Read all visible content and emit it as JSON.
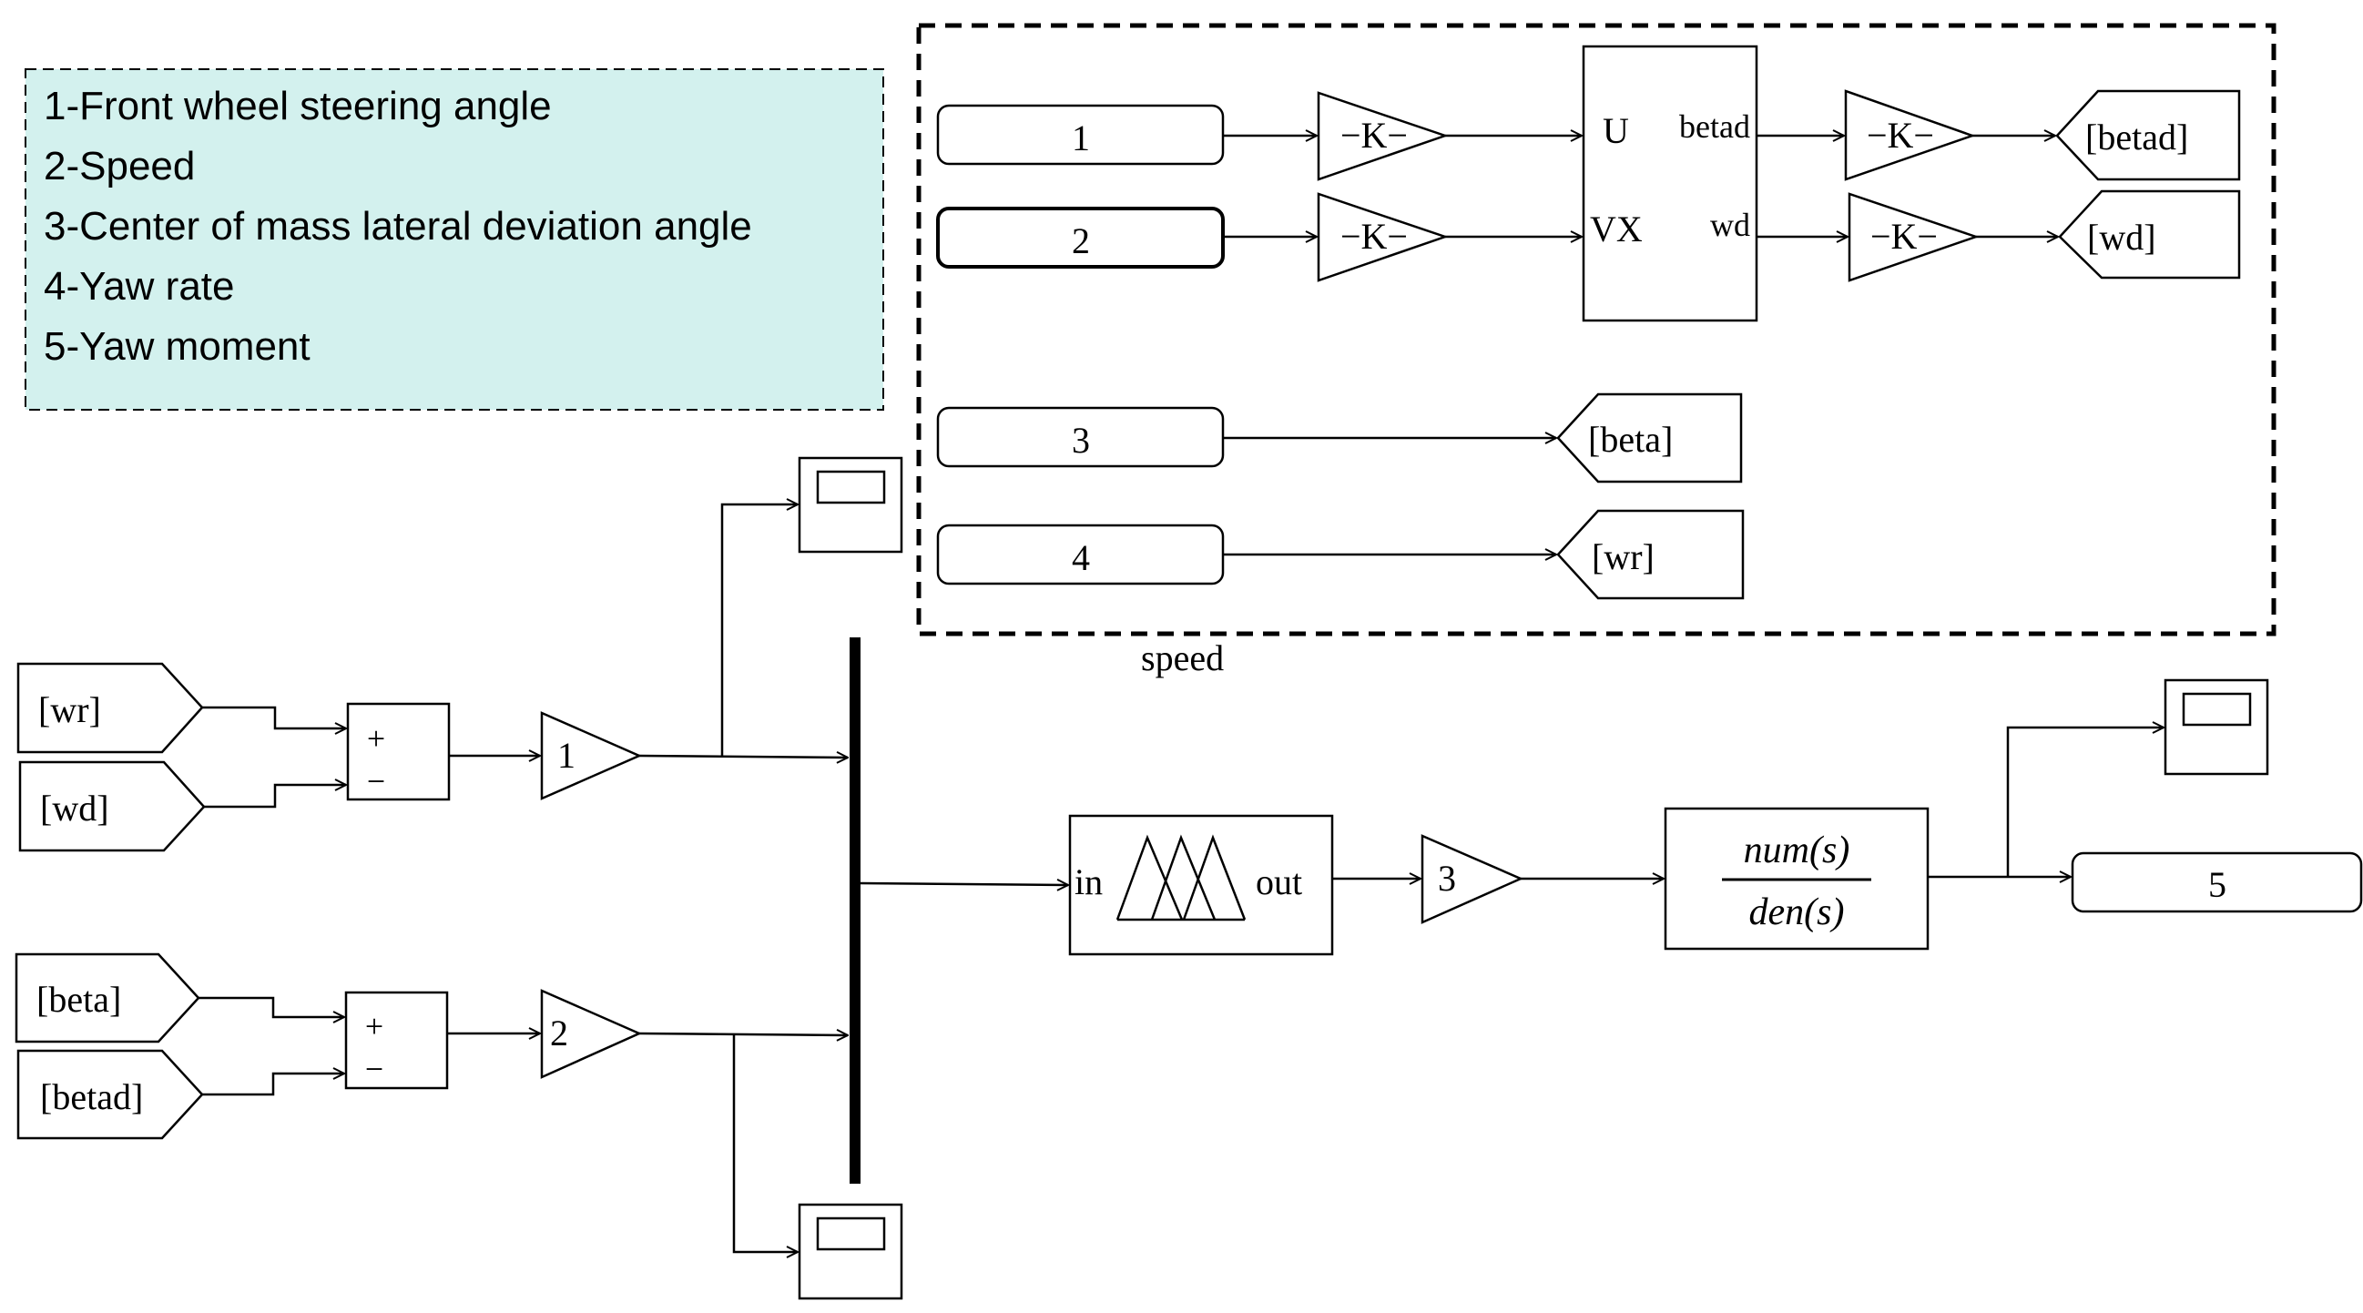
{
  "legend": {
    "items": [
      "1-Front wheel steering angle",
      "2-Speed",
      "3-Center of mass lateral deviation angle",
      "4-Yaw rate",
      "5-Yaw moment"
    ],
    "fill_color": "#d3f1ee"
  },
  "subsystem": {
    "label": "speed",
    "inports": [
      "1",
      "2",
      "3",
      "4"
    ],
    "gain_label": "−K−",
    "model_block": {
      "in_labels": [
        "U",
        "VX"
      ],
      "out_labels": [
        "betad",
        "wd"
      ]
    },
    "goto_tags": [
      "[betad]",
      "[wd]",
      "[beta]",
      "[wr]"
    ]
  },
  "from_tags": [
    "[wr]",
    "[wd]",
    "[beta]",
    "[betad]"
  ],
  "sum_signs": [
    "+",
    "−"
  ],
  "gains": [
    "1",
    "2",
    "3"
  ],
  "fuzzy": {
    "in_label": "in",
    "out_label": "out"
  },
  "transfer_fcn": {
    "numerator": "num(s)",
    "denominator": "den(s)"
  },
  "outport": "5",
  "colors": {
    "line": "#000000",
    "block_fill": "#ffffff"
  }
}
